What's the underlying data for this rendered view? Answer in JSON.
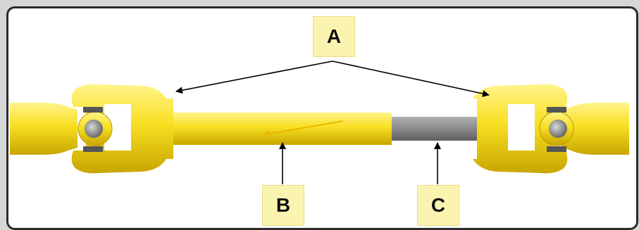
{
  "labels": {
    "a": "A",
    "b": "B",
    "c": "C"
  },
  "colors": {
    "yellow_light": "#fff36b",
    "yellow": "#f7dd1c",
    "yellow_dark": "#c9a800",
    "shaft_gray": "#8a8a8a",
    "label_bg": "#fbf4b0"
  }
}
